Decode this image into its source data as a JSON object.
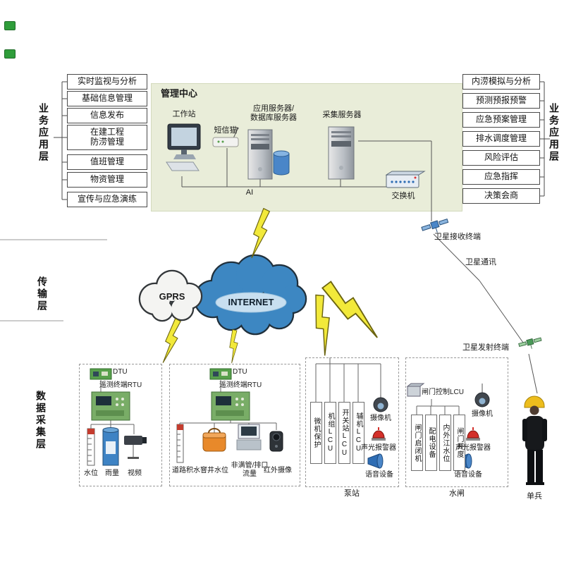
{
  "layers": {
    "left_business": "业务应用层",
    "right_business": "业务应用层",
    "transmission": "传输层",
    "data_collection": "数据采集层"
  },
  "left_apps": [
    "实时监视与分析",
    "基础信息管理",
    "信息发布",
    "在建工程\n防涝管理",
    "值班管理",
    "物资管理",
    "宣传与应急演练"
  ],
  "right_apps": [
    "内涝模拟与分析",
    "预测预报预警",
    "应急预案管理",
    "排水调度管理",
    "风险评估",
    "应急指挥",
    "决策会商"
  ],
  "management_center": {
    "title": "管理中心",
    "workstation": "工作站",
    "sms_modem": "短信猫",
    "app_db_server": "应用服务器/\n数据库服务器",
    "collection_server": "采集服务器",
    "switch": "交换机",
    "bus_label": "AI"
  },
  "transmission": {
    "gprs": "GPRS",
    "internet": "INTERNET",
    "satellite_receiver": "卫星接收终端",
    "satellite_comm": "卫星通讯",
    "satellite_transmitter": "卫星发射终端"
  },
  "site1": {
    "dtu": "DTU",
    "rtu": "遥测终端RTU",
    "sensors": [
      "水位",
      "雨量",
      "视频"
    ]
  },
  "site2": {
    "dtu": "DTU",
    "rtu": "遥测终端RTU",
    "sensors": [
      "道路积水",
      "窨井水位",
      "非满管/排口\n流量",
      "红外摄像"
    ]
  },
  "pump_station": {
    "label": "泵站",
    "units": [
      "微机保护",
      "机组LCU",
      "开关站LCU",
      "辅机LCU"
    ],
    "devices": [
      "摄像机",
      "声光报警器",
      "语音设备"
    ]
  },
  "sluice": {
    "label": "水闸",
    "controller": "闸门控制LCU",
    "units": [
      "闸门启闭机",
      "配电设备",
      "内外江水位",
      "闸门开度"
    ],
    "devices": [
      "摄像机",
      "声光报警器",
      "语音设备"
    ]
  },
  "soldier": {
    "label": "单兵"
  }
}
